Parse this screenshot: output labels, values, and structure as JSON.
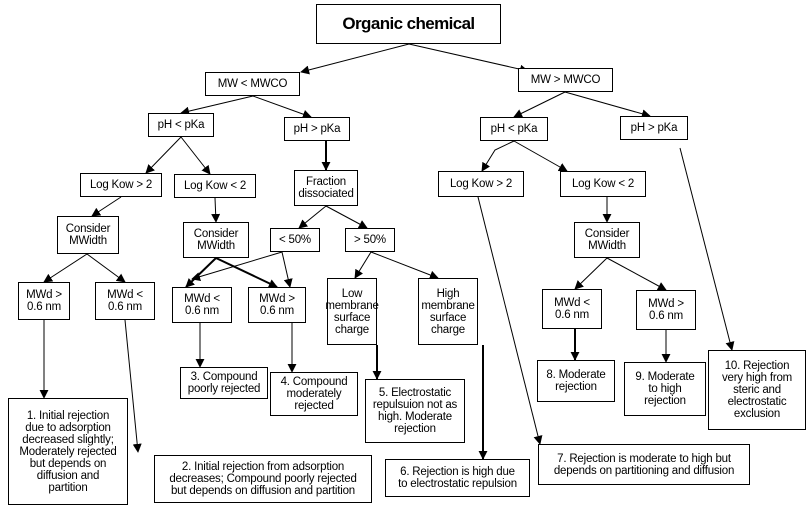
{
  "diagram": {
    "nodes": [
      {
        "id": "root",
        "label": "Organic chemical"
      },
      {
        "id": "mw_lt",
        "label": "MW < MWCO"
      },
      {
        "id": "mw_gt",
        "label": "MW > MWCO"
      },
      {
        "id": "ph_lt_a",
        "label": "pH < pKa"
      },
      {
        "id": "ph_gt_a",
        "label": "pH > pKa"
      },
      {
        "id": "logk_gt_a",
        "label": "Log Kow > 2"
      },
      {
        "id": "logk_lt_a",
        "label": "Log Kow < 2"
      },
      {
        "id": "frac",
        "label": "Fraction\ndissociated"
      },
      {
        "id": "cons_a",
        "label": "Consider\nMWidth"
      },
      {
        "id": "cons_b",
        "label": "Consider\nMWidth"
      },
      {
        "id": "lt50",
        "label": "< 50%"
      },
      {
        "id": "gt50",
        "label": "> 50%"
      },
      {
        "id": "mwd_gt_a",
        "label": "MWd >\n0.6 nm"
      },
      {
        "id": "mwd_lt_a",
        "label": "MWd <\n0.6 nm"
      },
      {
        "id": "mwd_lt_b",
        "label": "MWd <\n0.6 nm"
      },
      {
        "id": "mwd_gt_b",
        "label": "MWd >\n0.6 nm"
      },
      {
        "id": "low_mem",
        "label": "Low\nmembrane\nsurface\ncharge"
      },
      {
        "id": "high_mem",
        "label": "High\nmembrane\nsurface\ncharge"
      },
      {
        "id": "out3",
        "label": "3. Compound\npoorly rejected"
      },
      {
        "id": "out4",
        "label": "4. Compound\nmoderately\nrejected"
      },
      {
        "id": "out5",
        "label": "5. Electrostatic\nrepulsuion not as\nhigh. Moderate\nrejection"
      },
      {
        "id": "out1",
        "label": "1. Initial rejection\ndue to adsorption\ndecreased slightly;\nModerately rejected\nbut depends on\ndiffusion and\npartition"
      },
      {
        "id": "out2",
        "label": "2. Initial rejection from adsorption\ndecreases; Compound poorly rejected\nbut depends on diffusion and partition"
      },
      {
        "id": "out6",
        "label": "6. Rejection is high due\nto electrostatic repulsion"
      },
      {
        "id": "ph_lt_b",
        "label": "pH < pKa"
      },
      {
        "id": "ph_gt_b",
        "label": "pH > pKa"
      },
      {
        "id": "logk_gt_b",
        "label": "Log Kow > 2"
      },
      {
        "id": "logk_lt_b",
        "label": "Log Kow < 2"
      },
      {
        "id": "cons_c",
        "label": "Consider\nMWidth"
      },
      {
        "id": "mwd_lt_c",
        "label": "MWd <\n0.6 nm"
      },
      {
        "id": "mwd_gt_c",
        "label": "MWd >\n0.6 nm"
      },
      {
        "id": "out8",
        "label": "8. Moderate\nrejection"
      },
      {
        "id": "out9",
        "label": "9. Moderate\nto high\nrejection"
      },
      {
        "id": "out10",
        "label": "10. Rejection\nvery high from\nsteric and\nelectrostatic\nexclusion"
      },
      {
        "id": "out7",
        "label": "7. Rejection is moderate to high but\ndepends on partitioning and diffusion"
      }
    ],
    "edges": [
      [
        "root",
        "mw_lt"
      ],
      [
        "root",
        "mw_gt"
      ],
      [
        "mw_lt",
        "ph_lt_a"
      ],
      [
        "mw_lt",
        "ph_gt_a"
      ],
      [
        "ph_lt_a",
        "logk_gt_a"
      ],
      [
        "ph_lt_a",
        "logk_lt_a"
      ],
      [
        "ph_gt_a",
        "frac"
      ],
      [
        "logk_gt_a",
        "cons_a"
      ],
      [
        "logk_lt_a",
        "cons_b"
      ],
      [
        "frac",
        "lt50"
      ],
      [
        "frac",
        "gt50"
      ],
      [
        "cons_a",
        "mwd_gt_a"
      ],
      [
        "cons_a",
        "mwd_lt_a"
      ],
      [
        "cons_b",
        "mwd_lt_b"
      ],
      [
        "cons_b",
        "mwd_gt_b"
      ],
      [
        "lt50",
        "mwd_lt_b"
      ],
      [
        "lt50",
        "mwd_gt_b"
      ],
      [
        "gt50",
        "low_mem"
      ],
      [
        "gt50",
        "high_mem"
      ],
      [
        "mwd_gt_a",
        "out1"
      ],
      [
        "mwd_lt_a",
        "out2"
      ],
      [
        "mwd_lt_b",
        "out3"
      ],
      [
        "mwd_gt_b",
        "out4"
      ],
      [
        "low_mem",
        "out5"
      ],
      [
        "high_mem",
        "out6"
      ],
      [
        "mw_gt",
        "ph_lt_b"
      ],
      [
        "mw_gt",
        "ph_gt_b"
      ],
      [
        "ph_lt_b",
        "logk_gt_b"
      ],
      [
        "ph_lt_b",
        "logk_lt_b"
      ],
      [
        "logk_lt_b",
        "cons_c"
      ],
      [
        "cons_c",
        "mwd_lt_c"
      ],
      [
        "cons_c",
        "mwd_gt_c"
      ],
      [
        "mwd_lt_c",
        "out8"
      ],
      [
        "mwd_gt_c",
        "out9"
      ],
      [
        "ph_gt_b",
        "out10"
      ],
      [
        "logk_gt_b",
        "out7"
      ]
    ]
  }
}
